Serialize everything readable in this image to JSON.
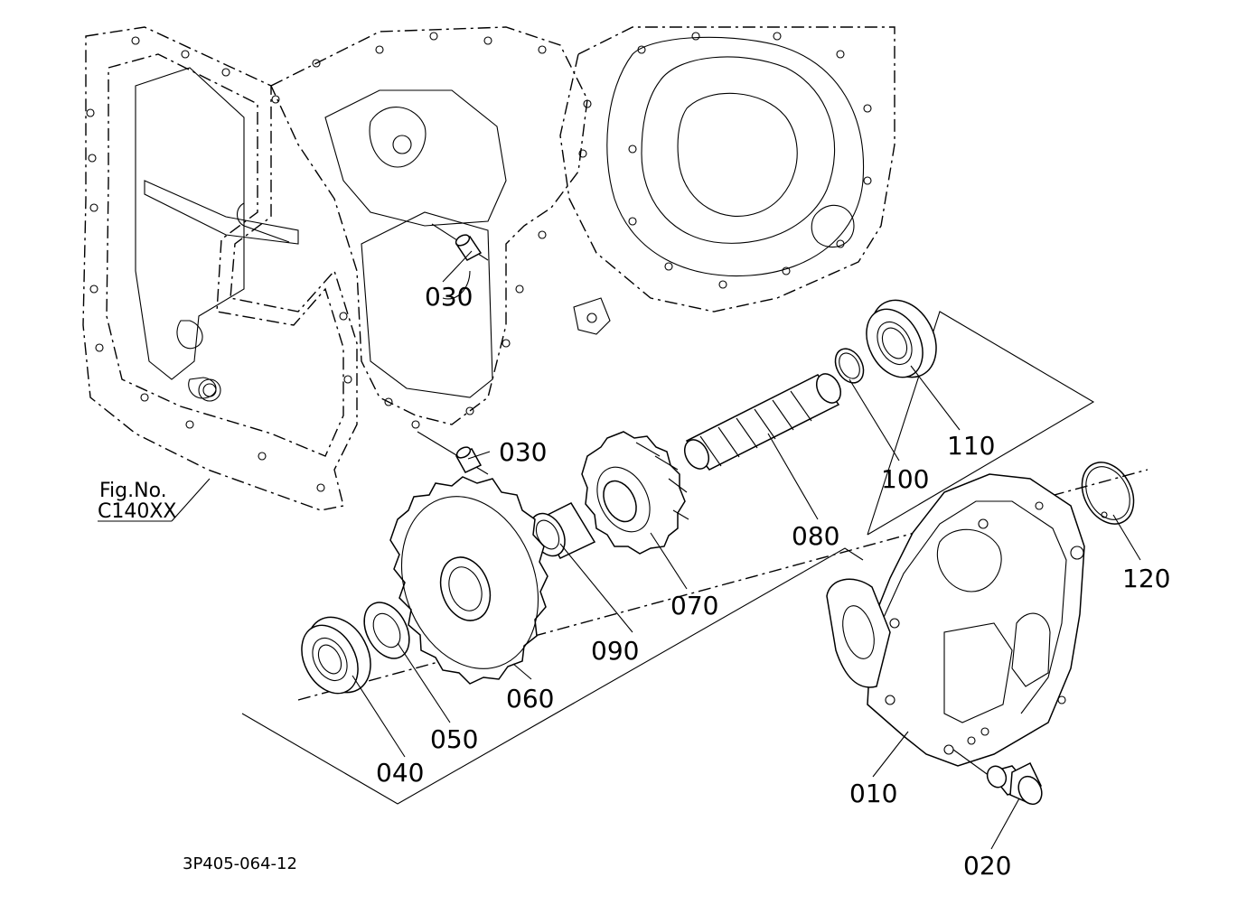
{
  "figure": {
    "drawing_number": "3P405-064-12",
    "reference": {
      "title": "Fig.No.",
      "code": "C140XX"
    },
    "parts": [
      {
        "id": "010"
      },
      {
        "id": "020"
      },
      {
        "id": "030"
      },
      {
        "id": "030"
      },
      {
        "id": "040"
      },
      {
        "id": "050"
      },
      {
        "id": "060"
      },
      {
        "id": "070"
      },
      {
        "id": "080"
      },
      {
        "id": "090"
      },
      {
        "id": "100"
      },
      {
        "id": "110"
      },
      {
        "id": "120"
      }
    ]
  }
}
